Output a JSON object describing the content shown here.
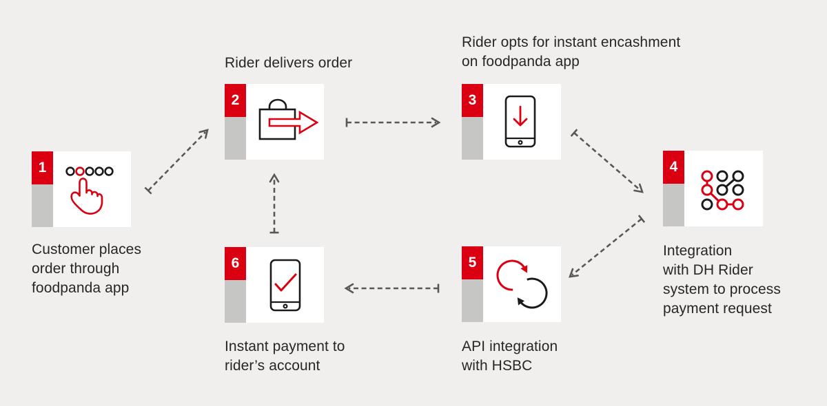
{
  "diagram": {
    "colors": {
      "background": "#f0efed",
      "accent_red": "#db0011",
      "tab_gray": "#c6c6c5",
      "connector_gray": "#575756",
      "text_color": "#262626",
      "icon_black": "#1a1a1a"
    },
    "steps": [
      {
        "number": "1",
        "label": "Customer places\norder through\nfoodpanda app",
        "icon": "tap-gesture-icon",
        "label_position": "below"
      },
      {
        "number": "2",
        "label": "Rider delivers order",
        "icon": "delivery-bag-arrow-icon",
        "label_position": "above"
      },
      {
        "number": "3",
        "label": "Rider opts for instant encashment\non foodpanda app",
        "icon": "phone-download-icon",
        "label_position": "above"
      },
      {
        "number": "4",
        "label": "Integration\nwith DH Rider\nsystem to process\npayment request",
        "icon": "network-nodes-icon",
        "label_position": "below"
      },
      {
        "number": "5",
        "label": "API integration\nwith HSBC",
        "icon": "sync-arrows-icon",
        "label_position": "below"
      },
      {
        "number": "6",
        "label": "Instant payment to\nrider’s account",
        "icon": "phone-check-icon",
        "label_position": "below"
      }
    ],
    "connections": [
      {
        "from": "1",
        "to": "2"
      },
      {
        "from": "2",
        "to": "3"
      },
      {
        "from": "3",
        "to": "4"
      },
      {
        "from": "4",
        "to": "5"
      },
      {
        "from": "5",
        "to": "6"
      },
      {
        "from": "6",
        "to": "2"
      }
    ]
  }
}
